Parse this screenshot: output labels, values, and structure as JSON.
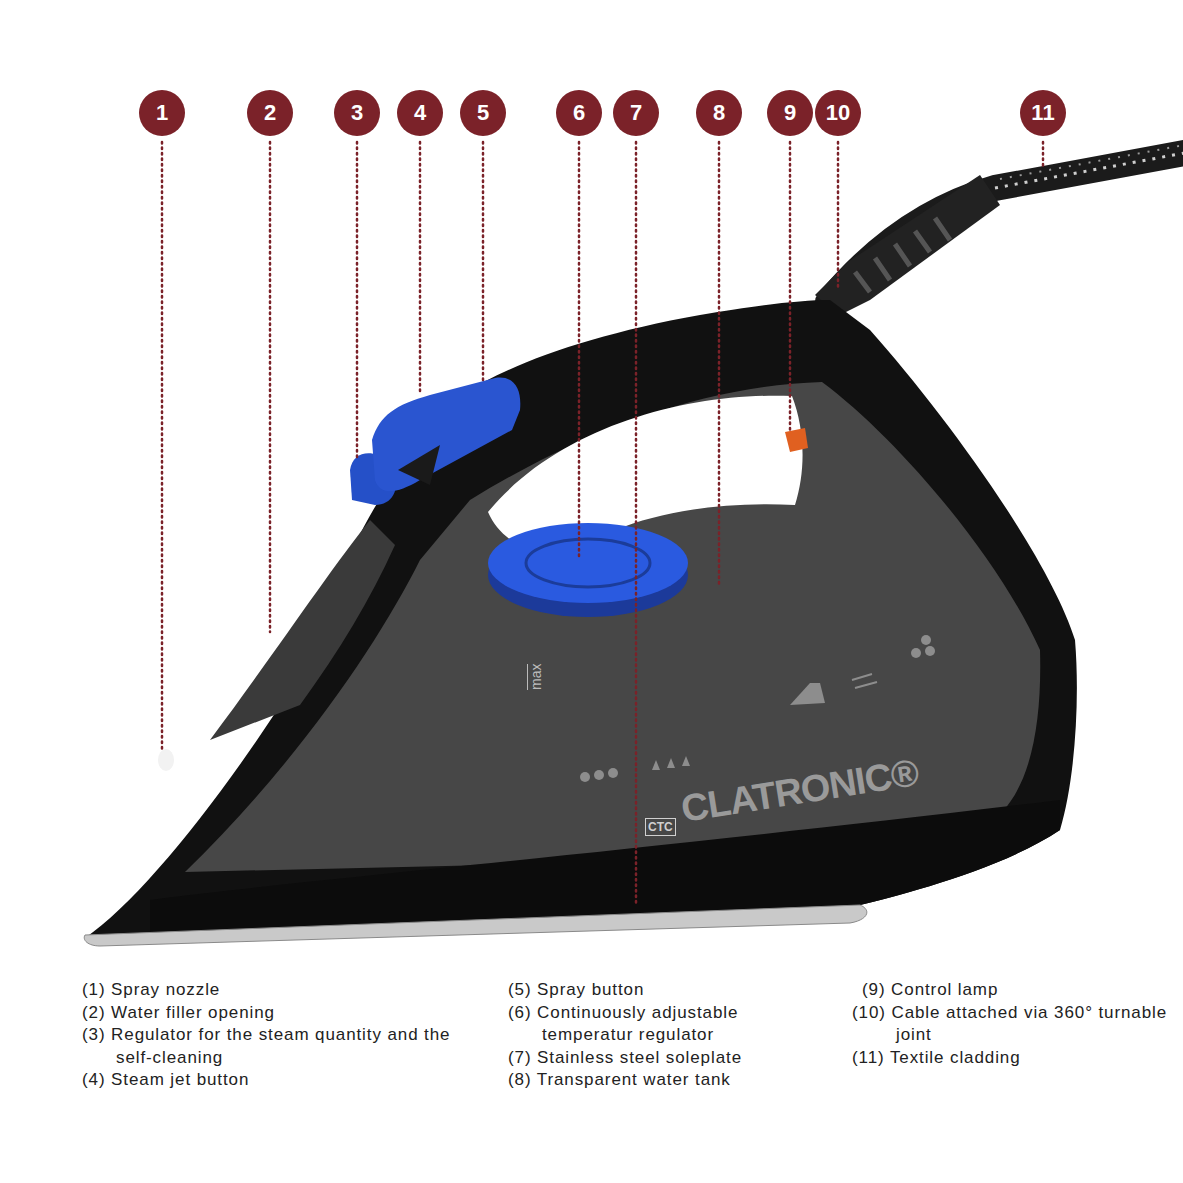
{
  "diagram": {
    "nodes": [
      {
        "text": [
          "1"
        ]
      },
      {
        "text": [
          "2"
        ]
      },
      {
        "text": [
          "3"
        ]
      },
      {
        "text": [
          "4"
        ]
      },
      {
        "text": [
          "5"
        ]
      },
      {
        "text": [
          "6"
        ]
      },
      {
        "text": [
          "7"
        ]
      },
      {
        "text": [
          "8"
        ]
      },
      {
        "text": [
          "9"
        ]
      },
      {
        "text": [
          "10"
        ]
      },
      {
        "text": [
          "11"
        ]
      }
    ],
    "labels": [
      "max",
      "CTC",
      "CLATRONIC®",
      "(1) Spray nozzle",
      "(2) Water filler opening",
      "(3) Regulator for the steam quantity and the self-cleaning",
      "(4) Steam jet button",
      "(5) Spray button",
      "(6) Continuously adjustable temperatur regulator",
      "(7) Stainless steel soleplate",
      "(8) Transparent water tank",
      "(9) Control lamp",
      "(10) Cable attached via 360° turnable joint",
      "(11) Textile cladding"
    ]
  }
}
